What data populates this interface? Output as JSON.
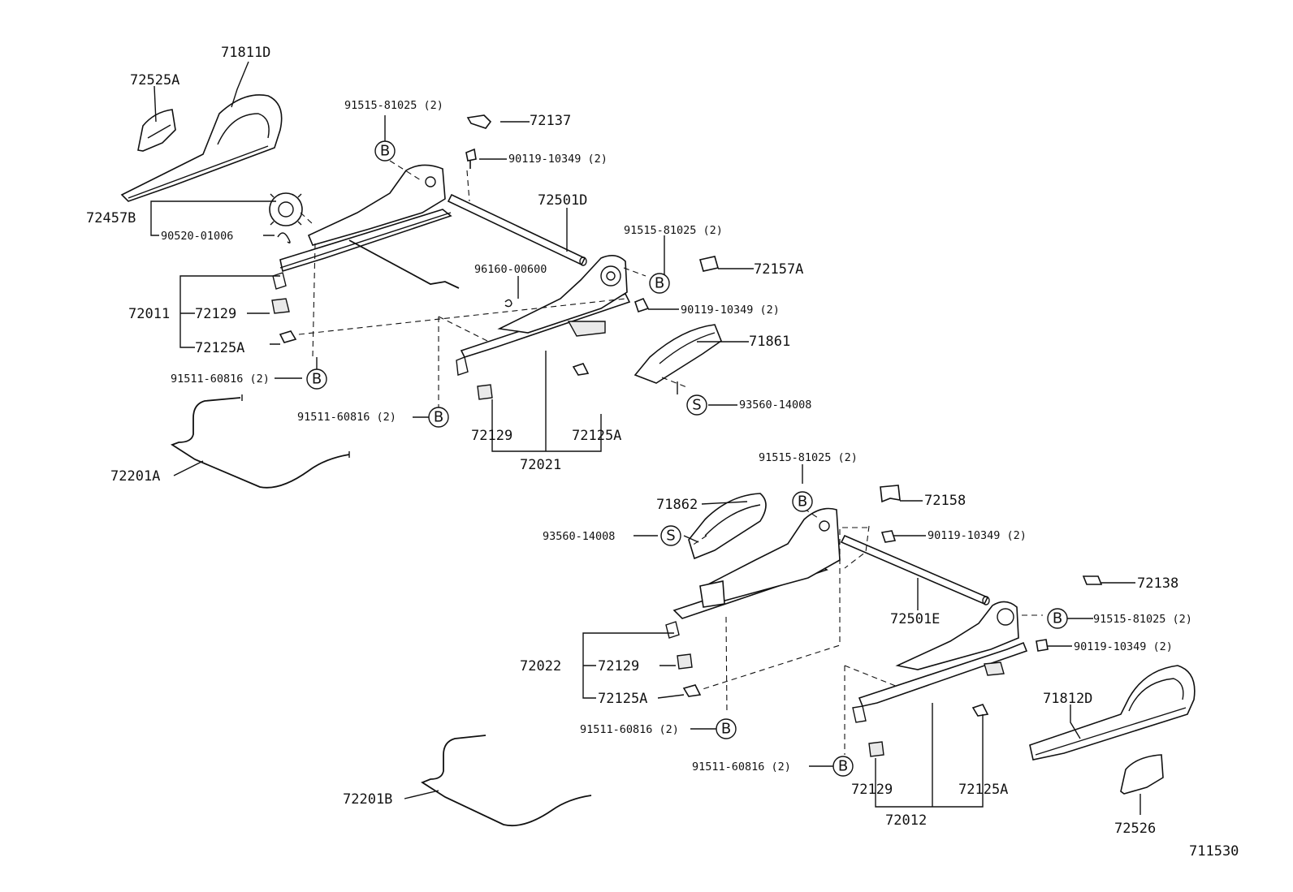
{
  "labels": {
    "p71811D": "71811D",
    "p72525A": "72525A",
    "p91515_81025_a": "91515-81025 (2)",
    "p72137": "72137",
    "p90119_10349_a": "90119-10349 (2)",
    "p72501D": "72501D",
    "p72457B": "72457B",
    "p90520_01006": "90520-01006",
    "p91515_81025_b": "91515-81025 (2)",
    "p72157A": "72157A",
    "p96160_00600": "96160-00600",
    "p72011": "72011",
    "p72129_a": "72129",
    "p90119_10349_b": "90119-10349 (2)",
    "p71861": "71861",
    "p72125A_a": "72125A",
    "p91511_60816_a": "91511-60816 (2)",
    "p93560_14008_a": "93560-14008",
    "p91511_60816_b": "91511-60816 (2)",
    "p72129_b": "72129",
    "p72125A_b": "72125A",
    "p72021": "72021",
    "p72201A": "72201A",
    "p91515_81025_c": "91515-81025 (2)",
    "p72158": "72158",
    "p71862": "71862",
    "p93560_14008_b": "93560-14008",
    "p90119_10349_c": "90119-10349 (2)",
    "p72138": "72138",
    "p72501E": "72501E",
    "p91515_81025_d": "91515-81025 (2)",
    "p90119_10349_d": "90119-10349 (2)",
    "p72022": "72022",
    "p72129_c": "72129",
    "p72125A_c": "72125A",
    "p71812D": "71812D",
    "p91511_60816_c": "91511-60816 (2)",
    "p91511_60816_d": "91511-60816 (2)",
    "p72201B": "72201B",
    "p72129_d": "72129",
    "p72125A_d": "72125A",
    "p72012": "72012",
    "p72526": "72526",
    "diagram_id": "711530"
  },
  "callouts": {
    "bolt": "B",
    "screw": "S"
  }
}
